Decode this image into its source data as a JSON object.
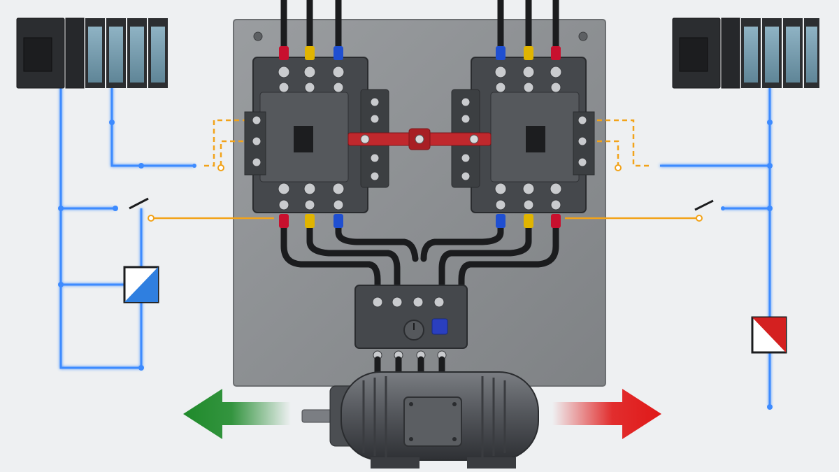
{
  "diagram": {
    "kind": "reversing-motor-starter",
    "text_labels": [],
    "components": {
      "plc_left": {
        "modules": 4,
        "icon": "plc-module-icon"
      },
      "plc_right": {
        "modules": 4,
        "icon": "plc-module-icon"
      },
      "contactor_forward": {
        "terminal_colors": [
          "#c8102e",
          "#e0b400",
          "#1f4fd1"
        ],
        "icon": "contactor-icon"
      },
      "contactor_reverse": {
        "terminal_colors": [
          "#1f4fd1",
          "#e0b400",
          "#c8102e"
        ],
        "icon": "contactor-icon"
      },
      "mechanical_interlock": {
        "color": "#c0282d",
        "icon": "interlock-bar-icon"
      },
      "overload_relay": {
        "dial_color": "#2a3fbf",
        "icon": "overload-relay-icon"
      },
      "motor": {
        "icon": "induction-motor-icon"
      },
      "forward_indicator": {
        "color": "#2f7fe0",
        "icon": "forward-indicator-icon"
      },
      "reverse_indicator": {
        "color": "#d42020",
        "icon": "reverse-indicator-icon"
      },
      "arrow_forward": {
        "direction": "left",
        "color": "#1f8a2b",
        "icon": "arrow-left-icon"
      },
      "arrow_reverse": {
        "direction": "right",
        "color": "#e01818",
        "icon": "arrow-right-icon"
      }
    },
    "colors": {
      "control_wire": "#3d8bff",
      "signal_wire": "#f2a31a",
      "panel": "#8e9194",
      "device_body": "#45484c",
      "background": "#eef0f2"
    }
  }
}
